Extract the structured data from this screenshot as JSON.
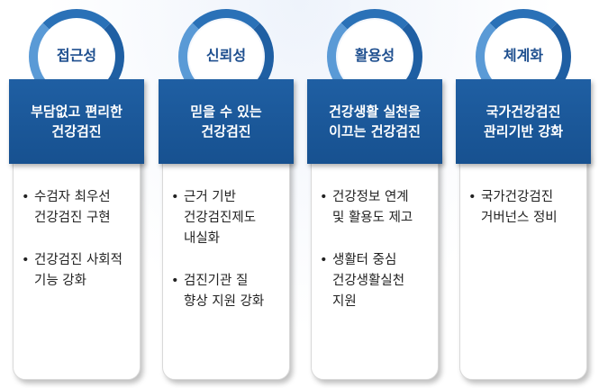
{
  "columns": [
    {
      "label": "접근성",
      "heading": "부담없고 편리한\n건강검진",
      "bullets": [
        "수검자 최우선\n건강검진 구현",
        "건강검진 사회적\n기능 강화"
      ]
    },
    {
      "label": "신뢰성",
      "heading": "믿을 수 있는\n건강검진",
      "bullets": [
        "근거 기반\n건강검진제도\n내실화",
        "검진기관 질\n향상 지원 강화"
      ]
    },
    {
      "label": "활용성",
      "heading": "건강생활 실천을\n이끄는 건강검진",
      "bullets": [
        "건강정보 연계\n및 활용도 제고",
        "생활터 중심\n건강생활실천\n지원"
      ]
    },
    {
      "label": "체계화",
      "heading": "국가건강검진\n관리기반 강화",
      "bullets": [
        "국가건강검진\n거버넌스 정비"
      ]
    }
  ]
}
